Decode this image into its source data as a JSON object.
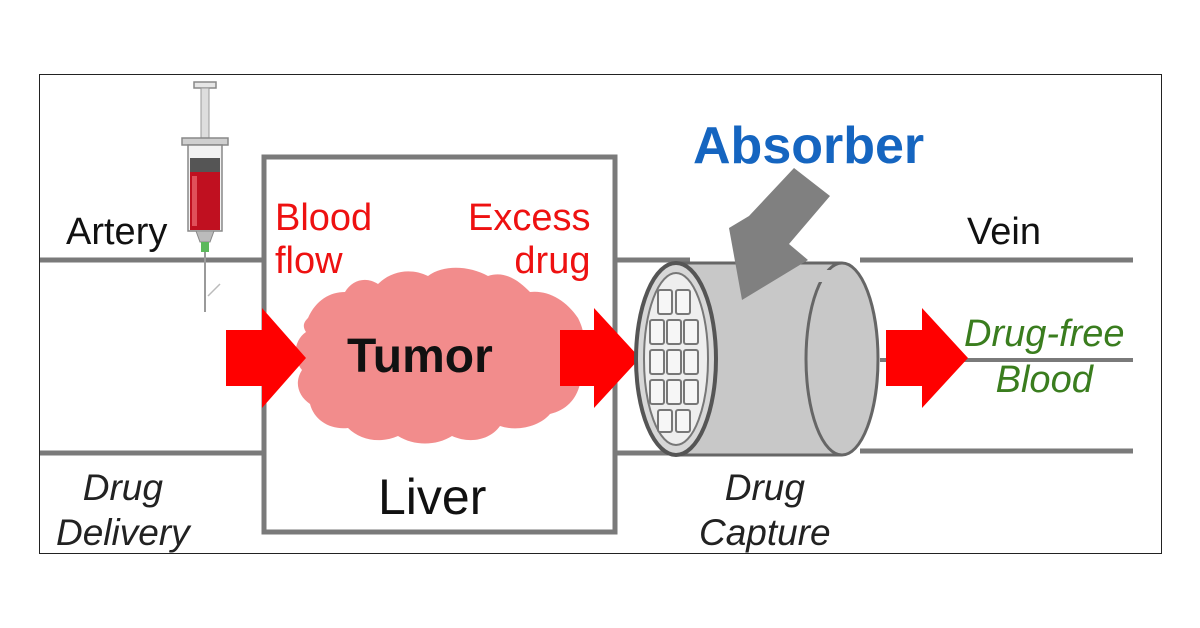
{
  "labels": {
    "artery": "Artery",
    "blood_flow": "Blood\nflow",
    "excess_drug": "Excess\ndrug",
    "tumor": "Tumor",
    "liver": "Liver",
    "absorber": "Absorber",
    "vein": "Vein",
    "drug_free_blood": "Drug-free\nBlood",
    "drug_delivery": "Drug\nDelivery",
    "drug_capture": "Drug\nCapture"
  },
  "colors": {
    "flow_arrow": "#ff0000",
    "tumor": "#f28c8c",
    "red_text": "#ee1111",
    "absorber_title": "#1565c0",
    "drug_free_text": "#3a7d1e",
    "vessel": "#7a7a7a",
    "absorber_body": "#c8c8c8",
    "absorber_arrow": "#808080",
    "blood": "#c01020"
  },
  "icons": [
    "syringe-icon",
    "absorber-cylinder-icon",
    "flow-arrow-icon",
    "tumor-blob-icon"
  ]
}
